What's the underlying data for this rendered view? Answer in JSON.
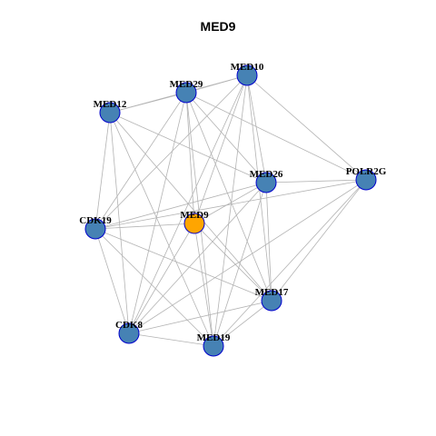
{
  "title": "MED9",
  "colors": {
    "node_fill": "#4682b4",
    "center_fill": "#ffa500",
    "node_border": "#0000cd",
    "edge": "#b3b3b3"
  },
  "nodes": [
    {
      "id": "MED10",
      "label": "MED10",
      "role": "neighbor"
    },
    {
      "id": "MED29",
      "label": "MED29",
      "role": "neighbor"
    },
    {
      "id": "MED12",
      "label": "MED12",
      "role": "neighbor"
    },
    {
      "id": "POLR2G",
      "label": "POLR2G",
      "role": "neighbor"
    },
    {
      "id": "MED26",
      "label": "MED26",
      "role": "neighbor"
    },
    {
      "id": "CDK19",
      "label": "CDK19",
      "role": "neighbor"
    },
    {
      "id": "MED9",
      "label": "MED9",
      "role": "center"
    },
    {
      "id": "MED17",
      "label": "MED17",
      "role": "neighbor"
    },
    {
      "id": "CDK8",
      "label": "CDK8",
      "role": "neighbor"
    },
    {
      "id": "MED19",
      "label": "MED19",
      "role": "neighbor"
    }
  ],
  "edges": [
    [
      "MED10",
      "MED29"
    ],
    [
      "MED10",
      "MED12"
    ],
    [
      "MED10",
      "CDK19"
    ],
    [
      "MED10",
      "MED9"
    ],
    [
      "MED10",
      "MED26"
    ],
    [
      "MED10",
      "POLR2G"
    ],
    [
      "MED10",
      "MED17"
    ],
    [
      "MED10",
      "CDK8"
    ],
    [
      "MED10",
      "MED19"
    ],
    [
      "MED29",
      "MED12"
    ],
    [
      "MED29",
      "CDK19"
    ],
    [
      "MED29",
      "MED9"
    ],
    [
      "MED29",
      "MED26"
    ],
    [
      "MED29",
      "POLR2G"
    ],
    [
      "MED29",
      "MED17"
    ],
    [
      "MED29",
      "CDK8"
    ],
    [
      "MED29",
      "MED19"
    ],
    [
      "MED12",
      "MED26"
    ],
    [
      "MED12",
      "CDK19"
    ],
    [
      "MED12",
      "CDK8"
    ],
    [
      "MED12",
      "MED17"
    ],
    [
      "MED12",
      "MED19"
    ],
    [
      "CDK19",
      "MED9"
    ],
    [
      "CDK19",
      "POLR2G"
    ],
    [
      "CDK19",
      "CDK8"
    ],
    [
      "CDK19",
      "MED17"
    ],
    [
      "CDK19",
      "MED19"
    ],
    [
      "CDK19",
      "MED26"
    ],
    [
      "MED9",
      "MED26"
    ],
    [
      "MED9",
      "MED17"
    ],
    [
      "MED9",
      "MED19"
    ],
    [
      "MED9",
      "CDK8"
    ],
    [
      "MED26",
      "POLR2G"
    ],
    [
      "MED26",
      "MED17"
    ],
    [
      "MED26",
      "MED19"
    ],
    [
      "MED26",
      "CDK8"
    ],
    [
      "POLR2G",
      "MED17"
    ],
    [
      "POLR2G",
      "MED19"
    ],
    [
      "POLR2G",
      "CDK8"
    ],
    [
      "MED17",
      "CDK8"
    ],
    [
      "MED17",
      "MED19"
    ],
    [
      "CDK8",
      "MED19"
    ]
  ]
}
